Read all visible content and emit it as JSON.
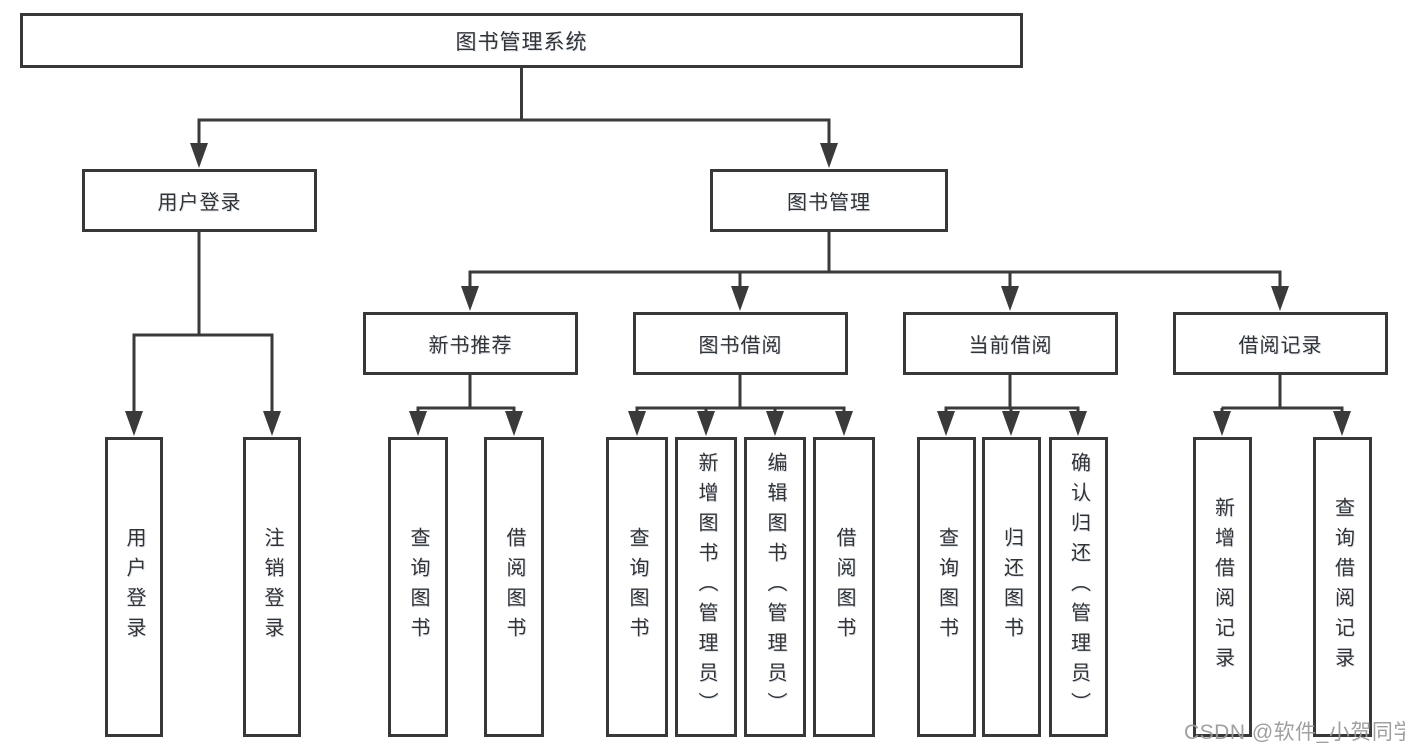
{
  "diagram": {
    "root": {
      "label": "图书管理系统"
    },
    "branches": [
      {
        "label": "用户登录",
        "children": [
          {
            "label": "用户登录"
          },
          {
            "label": "注销登录"
          }
        ]
      },
      {
        "label": "图书管理",
        "groups": [
          {
            "label": "新书推荐",
            "children": [
              {
                "label": "查询图书"
              },
              {
                "label": "借阅图书"
              }
            ]
          },
          {
            "label": "图书借阅",
            "children": [
              {
                "label": "查询图书"
              },
              {
                "label": "新增图书（管理员）"
              },
              {
                "label": "编辑图书（管理员）"
              },
              {
                "label": "借阅图书"
              }
            ]
          },
          {
            "label": "当前借阅",
            "children": [
              {
                "label": "查询图书"
              },
              {
                "label": "归还图书"
              },
              {
                "label": "确认归还（管理员）"
              }
            ]
          },
          {
            "label": "借阅记录",
            "children": [
              {
                "label": "新增借阅记录"
              },
              {
                "label": "查询借阅记录"
              }
            ]
          }
        ]
      }
    ]
  },
  "watermark": {
    "text": "CSDN @软件_小贺同学"
  },
  "colors": {
    "line": "#3a3a3a",
    "box_border": "#383838",
    "text": "#333333",
    "watermark": "#9b9b9b",
    "background": "#ffffff"
  }
}
